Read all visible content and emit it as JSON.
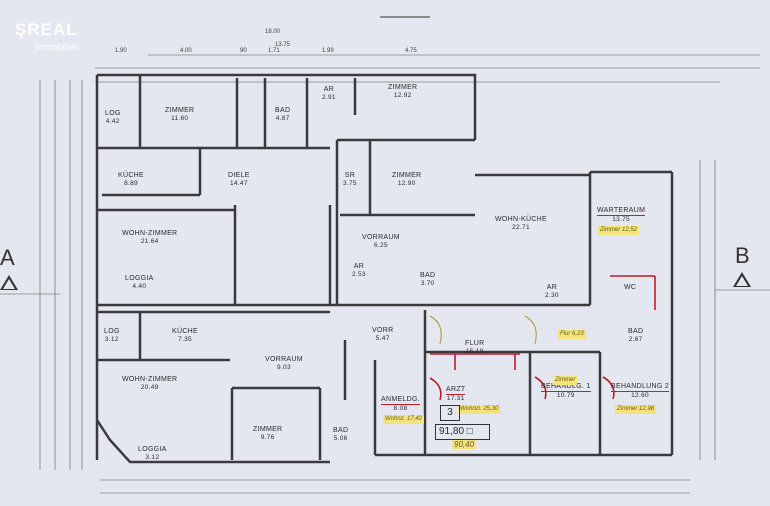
{
  "logo": {
    "brand": "REAL",
    "sub": "Immobilien"
  },
  "dimensions": {
    "total_width": "18.00",
    "inner_width": "13.75",
    "segments": [
      "1.90",
      "4.00",
      "90",
      "1.71",
      "1.99",
      "4.75"
    ]
  },
  "sections": {
    "left": "A",
    "right": "B"
  },
  "rooms": [
    {
      "name": "LOG",
      "area": "4.42"
    },
    {
      "name": "ZIMMER",
      "area": "11.60"
    },
    {
      "name": "BAD",
      "area": "4.87"
    },
    {
      "name": "AR",
      "area": "2.91"
    },
    {
      "name": "ZIMMER",
      "area": "12.92"
    },
    {
      "name": "KÜCHE",
      "area": "8.89"
    },
    {
      "name": "DIELE",
      "area": "14.47"
    },
    {
      "name": "SR",
      "area": "3.75"
    },
    {
      "name": "ZIMMER",
      "area": "12.90"
    },
    {
      "name": "WOHN-ZIMMER",
      "area": "21.64"
    },
    {
      "name": "LOGGIA",
      "area": "4.40"
    },
    {
      "name": "VORRAUM",
      "area": "6.25"
    },
    {
      "name": "WOHN-KÜCHE",
      "area": "22.71"
    },
    {
      "name": "WARTERAUM",
      "area": "13.75"
    },
    {
      "name": "AR",
      "area": "2.53"
    },
    {
      "name": "BAD",
      "area": "3.70"
    },
    {
      "name": "AR",
      "area": "2.30"
    },
    {
      "name": "WC",
      "area": ""
    },
    {
      "name": "BAD",
      "area": "2.67"
    },
    {
      "name": "LOG",
      "area": "3.12"
    },
    {
      "name": "KÜCHE",
      "area": "7.35"
    },
    {
      "name": "VORR",
      "area": "5.47"
    },
    {
      "name": "FLUR",
      "area": "15.18"
    },
    {
      "name": "VORRAUM",
      "area": "9.03"
    },
    {
      "name": "WOHN-ZIMMER",
      "area": "20.49"
    },
    {
      "name": "ZIMMER",
      "area": "9.76"
    },
    {
      "name": "BAD",
      "area": "5.06"
    },
    {
      "name": "LOGGIA",
      "area": "3.12"
    },
    {
      "name": "ANMELDG.",
      "area": "8.08"
    },
    {
      "name": "ARZT",
      "area": "17.31"
    },
    {
      "name": "BEHANDLG. 1",
      "area": "10.79"
    },
    {
      "name": "BEHANDLUNG 2",
      "area": "12.60"
    }
  ],
  "annotations": {
    "warteraum": "Zimmer 12,52",
    "flur": "Flur 6,23",
    "anmeldg": "Wohnz. 17,42",
    "arzt": "Wohnzi. 25,30",
    "behandlg1": "Zimmer",
    "behandlung2": "Zimmer 12,98",
    "total": "90,40"
  },
  "unit": {
    "number": "3",
    "area": "91,80 □"
  }
}
